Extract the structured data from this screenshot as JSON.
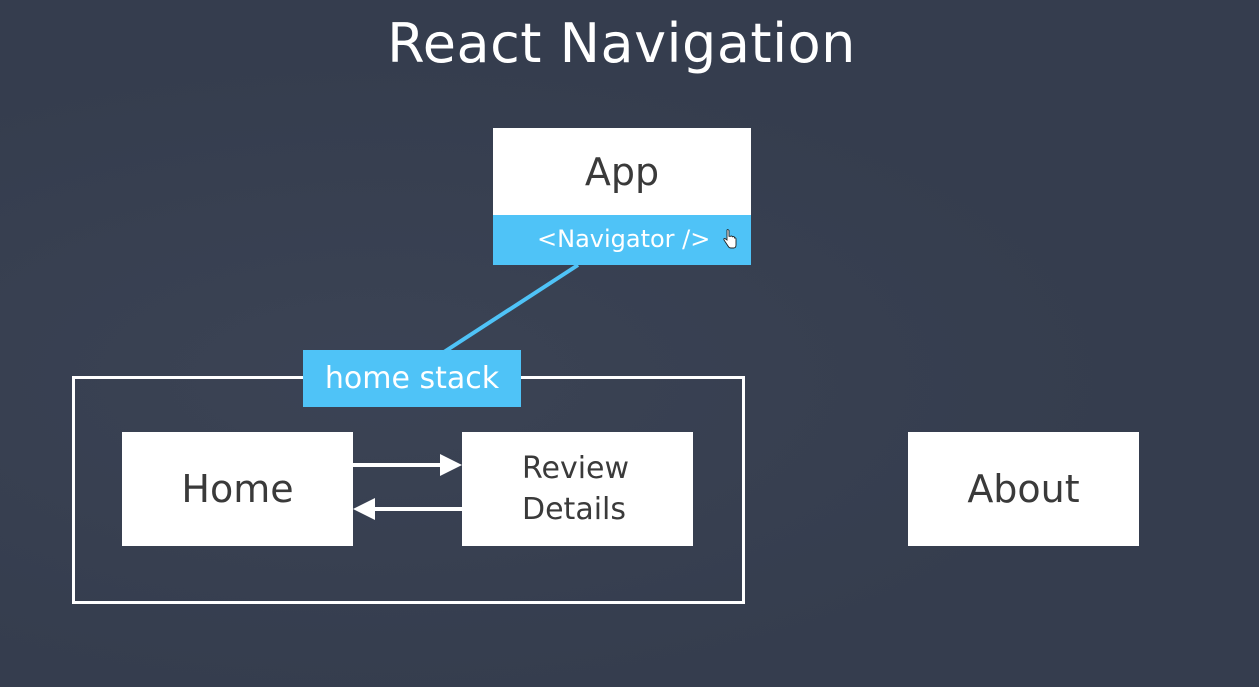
{
  "title": "React Navigation",
  "app": {
    "label": "App",
    "navigator_label": "<Navigator />"
  },
  "home_stack": {
    "label": "home stack",
    "screens": {
      "home": "Home",
      "review": "Review\nDetails"
    }
  },
  "about": {
    "label": "About"
  },
  "colors": {
    "background": "#353d4e",
    "accent": "#4fc3f7",
    "box": "#ffffff",
    "box_text": "#3a3a3a"
  },
  "icons": [
    "pointer-cursor-icon",
    "right-arrow-icon",
    "left-arrow-icon"
  ]
}
